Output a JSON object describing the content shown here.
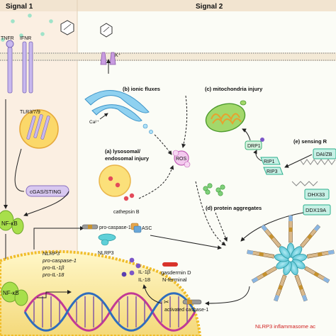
{
  "headers": {
    "signal1": "Signal 1",
    "signal2": "Signal 2"
  },
  "signal1": {
    "receptors": {
      "tnfr": "TNFR",
      "ifnr": "IFNR"
    },
    "tlr": "TLR3/7/9",
    "cgas": "cGAS/STING",
    "nfkb_cyto": "NF-κB",
    "nfkb_nuc": "NF-κB",
    "genes": [
      "NLRP3",
      "pro-caspase-1",
      "pro-IL-1β",
      "pro-IL-18"
    ]
  },
  "signal2": {
    "potassium": "K⁺",
    "calcium": "Ca²⁺",
    "ionic_fluxes": "(b) ionic fluxes",
    "mito": "(c) mitochondria injury",
    "lysosomal_1": "(a) lysosomal/",
    "lysosomal_2": "endosomal injury",
    "cathepsin": "cathepsin B",
    "ros": "ROS",
    "drp1": "DRP1",
    "rip1": "RIP1",
    "rip3": "RIP3",
    "sensing": "(e) sensing R",
    "daize": "DAI/ZB",
    "dhx33": "DHX33",
    "ddx19a": "DDX19A",
    "protein_agg": "(d) protein aggregates"
  },
  "inflammasome": {
    "pro_caspase": "pro-caspase-1",
    "asc": "ASC",
    "nlrp3": "NLRP3",
    "il1b": "IL-1β",
    "il18": "IL-18",
    "gasdermin_1": "gasdermin D",
    "gasdermin_2": "N-terminal",
    "activated": "activated caspase-1",
    "complex": "NLRP3 inflammasome ac"
  }
}
